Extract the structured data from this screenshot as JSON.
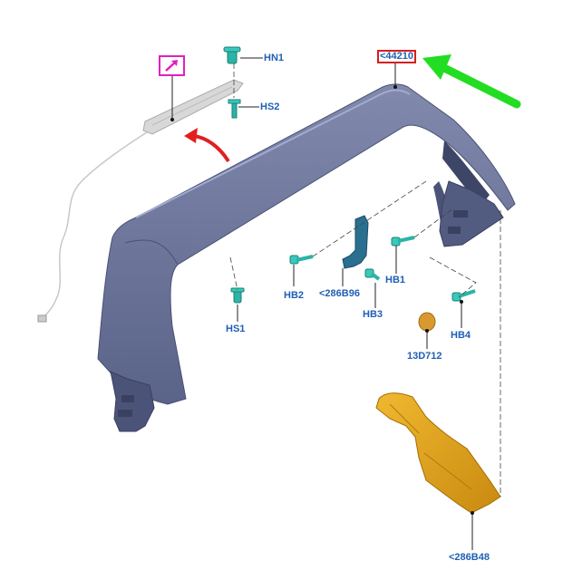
{
  "diagram": {
    "colors": {
      "callout_text": "#1f5fb3",
      "spoiler_body": "#6b7599",
      "fastener": "#2bb3a6",
      "bracket": "#2a6f8f",
      "duct": "#e0a020",
      "cap": "#d89a30",
      "highlight_box": "#d61e1e",
      "light_symbol_box": "#e020c0",
      "arrow_red": "#e02020",
      "arrow_green": "#22dd22"
    },
    "icons": {
      "light_symbol": "brake-light-icon",
      "green_arrow": "arrow-pointer-icon",
      "red_arrow": "curved-arrow-icon"
    },
    "callouts": {
      "main_part": "<44210",
      "hn1": "HN1",
      "hs2": "HS2",
      "hs1": "HS1",
      "hb1": "HB1",
      "hb2": "HB2",
      "hb3": "HB3",
      "hb4": "HB4",
      "bracket": "<286B96",
      "cap": "13D712",
      "duct": "<286B48"
    }
  }
}
